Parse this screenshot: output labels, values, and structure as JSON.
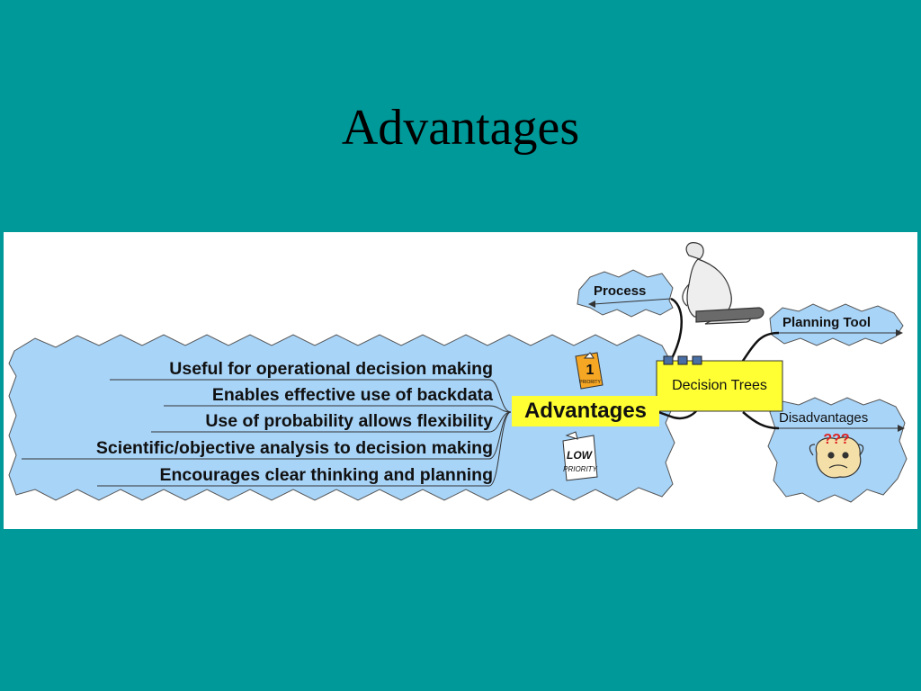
{
  "slide": {
    "title": "Advantages"
  },
  "mindmap": {
    "central_topic": "Decision Trees",
    "advantages_node": "Advantages",
    "advantages": [
      "Useful for operational decision making",
      "Enables effective use of backdata",
      "Use of probability allows flexibility",
      "Scientific/objective analysis to decision making",
      "Encourages clear thinking and planning"
    ],
    "branches": {
      "process": "Process",
      "planning_tool": "Planning Tool",
      "disadvantages": "Disadvantages"
    },
    "clipart": {
      "priority_high_number": "1",
      "priority_high_text": "PRIORITY",
      "priority_low_top": "LOW",
      "priority_low_bottom": "PRIORITY",
      "confused_marks": "???"
    }
  },
  "colors": {
    "background": "#009999",
    "bubble_fill": "#a8d4f8",
    "highlight": "#ffff33",
    "panel": "#ffffff"
  }
}
